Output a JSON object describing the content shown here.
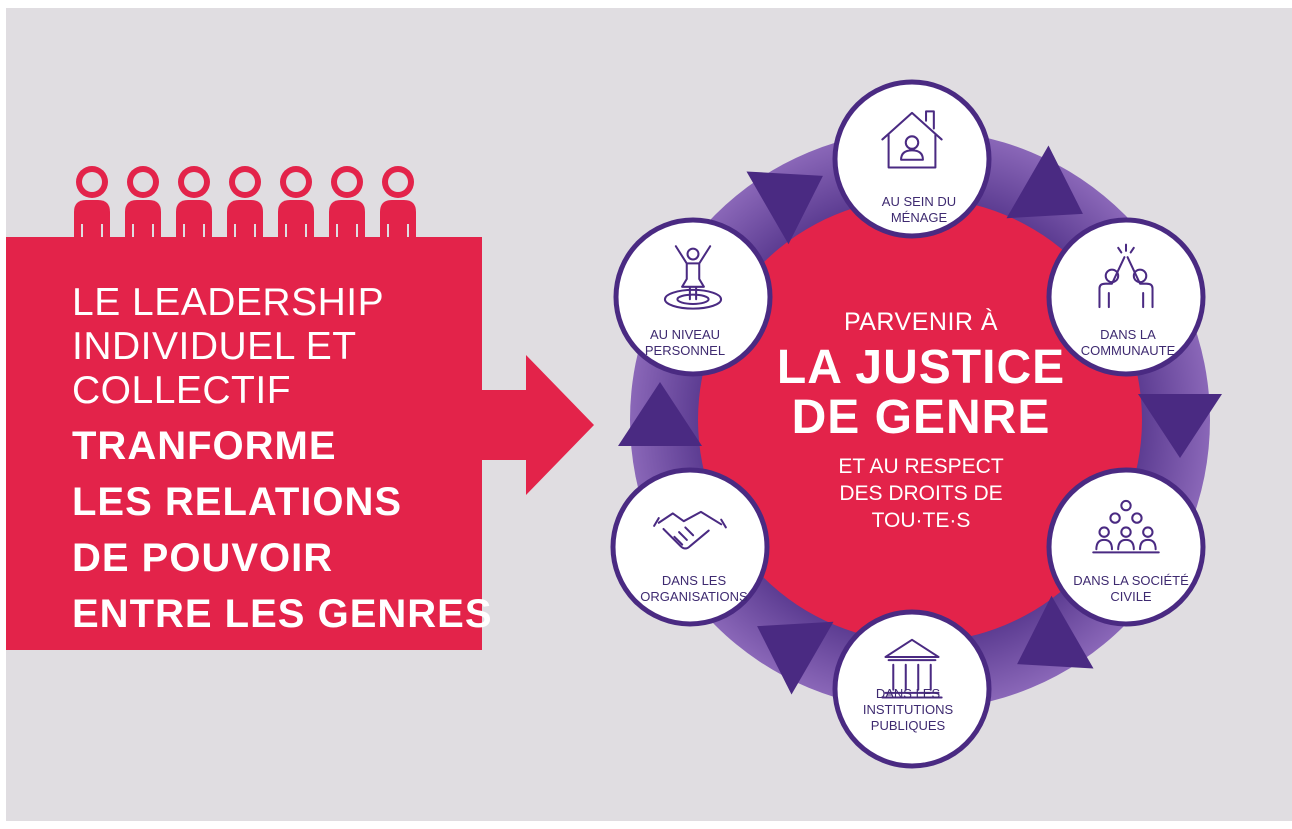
{
  "left_panel": {
    "lines_light": [
      "LE LEADERSHIP",
      "INDIVIDUEL ET",
      "COLLECTIF"
    ],
    "lines_bold": [
      "TRANFORME",
      "LES RELATIONS",
      "DE POUVOIR",
      "ENTRE LES GENRES"
    ],
    "people_count": 7
  },
  "hub": {
    "pre": "PARVENIR À",
    "bold_line1": "LA JUSTICE",
    "bold_line2": "DE GENRE",
    "post_line1": "ET AU RESPECT",
    "post_line2": "DES DROITS DE",
    "post_line3": "TOU·TE·S"
  },
  "nodes": [
    {
      "icon": "house-person-icon",
      "lines": [
        "AU SEIN DU",
        "MÉNAGE"
      ]
    },
    {
      "icon": "high-five-icon",
      "lines": [
        "DANS LA",
        "COMMUNAUTE"
      ]
    },
    {
      "icon": "group-icon",
      "lines": [
        "DANS LA SOCIÉTÉ",
        "CIVILE"
      ]
    },
    {
      "icon": "institution-building-icon",
      "lines": [
        "DANS LES",
        "INSTITUTIONS",
        "PUBLIQUES"
      ]
    },
    {
      "icon": "handshake-icon",
      "lines": [
        "DANS LES",
        "ORGANISATIONS"
      ]
    },
    {
      "icon": "person-target-icon",
      "lines": [
        "AU NIVEAU",
        "PERSONNEL"
      ]
    }
  ],
  "colors": {
    "background": "#e0dde1",
    "red": "#e3234a",
    "purple": "#4a2a82",
    "purple_light": "#8a67b8",
    "white": "#ffffff"
  }
}
